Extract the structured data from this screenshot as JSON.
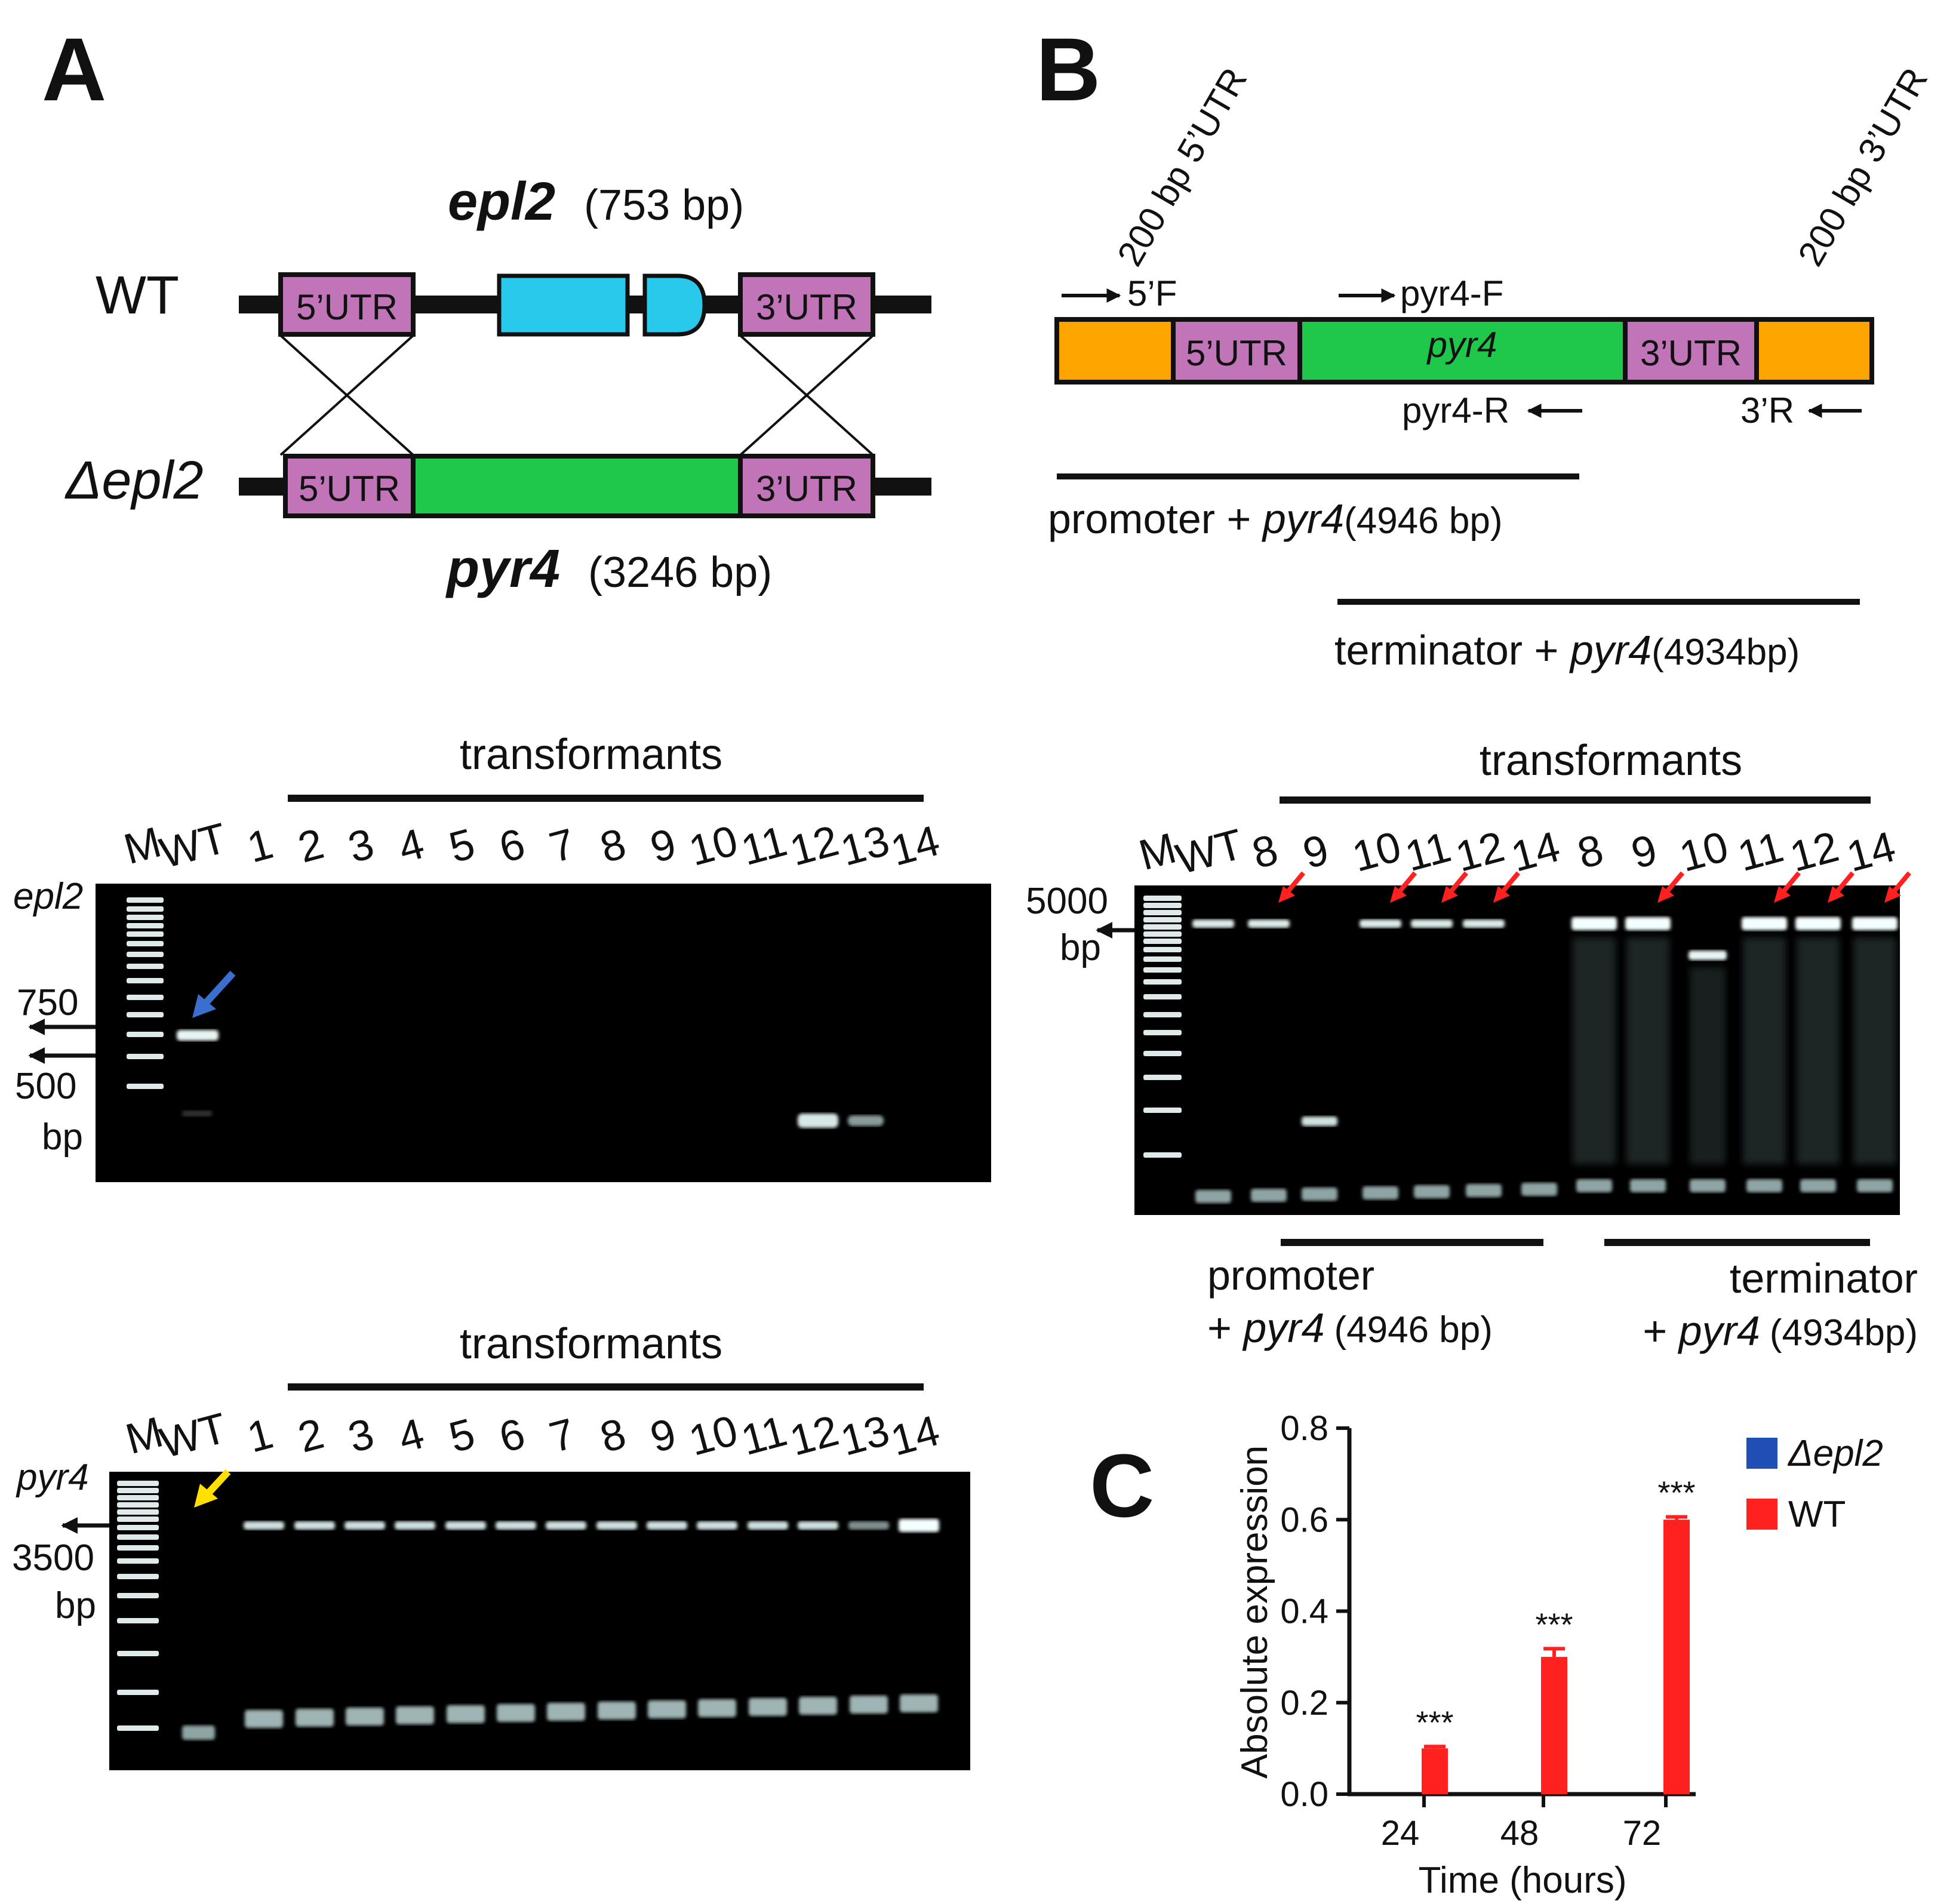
{
  "panels": {
    "a": "A",
    "b": "B",
    "c": "C"
  },
  "panel_a": {
    "gene_name": "epl2",
    "gene_size": "(753 bp)",
    "wt_label": "WT",
    "mutant_label": "Δepl2",
    "utr5": "5’UTR",
    "utr3": "3’UTR",
    "marker_name": "pyr4",
    "marker_size": "(3246 bp)",
    "gel1": {
      "title": "transformants",
      "target": "epl2",
      "lanes": [
        "M",
        "WT",
        "1",
        "2",
        "3",
        "4",
        "5",
        "6",
        "7",
        "8",
        "9",
        "10",
        "11",
        "12",
        "13",
        "14"
      ],
      "markers": [
        "750",
        "500",
        "bp"
      ]
    },
    "gel2": {
      "title": "transformants",
      "target": "pyr4",
      "lanes": [
        "M",
        "WT",
        "1",
        "2",
        "3",
        "4",
        "5",
        "6",
        "7",
        "8",
        "9",
        "10",
        "11",
        "12",
        "13",
        "14"
      ],
      "markers": [
        "3500",
        "bp"
      ]
    }
  },
  "panel_b": {
    "utr5_flank": "200 bp 5’UTR",
    "utr3_flank": "200 bp 3’UTR",
    "primers": {
      "f5": "5’F",
      "pyr4f": "pyr4-F",
      "pyr4r": "pyr4-R",
      "r3": "3’R"
    },
    "construct": {
      "utr5": "5’UTR",
      "gene": "pyr4",
      "utr3": "3’UTR"
    },
    "promoter_product": {
      "prefix": "promoter + ",
      "gene": "pyr4",
      "size": "(4946 bp)"
    },
    "terminator_product": {
      "prefix": "terminator + ",
      "gene": "pyr4",
      "size": "(4934bp)"
    },
    "gel": {
      "title": "transformants",
      "lanes": [
        "M",
        "WT",
        "8",
        "9",
        "10",
        "11",
        "12",
        "14",
        "8",
        "9",
        "10",
        "11",
        "12",
        "14"
      ],
      "markers": [
        "5000",
        "bp"
      ]
    },
    "below_left": {
      "line1": "promoter",
      "line2_prefix": "+ ",
      "gene": "pyr4",
      "size": "(4946 bp)"
    },
    "below_right": {
      "line1": "terminator",
      "line2_prefix": "+ ",
      "gene": "pyr4",
      "size": "(4934bp)"
    }
  },
  "colors": {
    "utr": "#c274b8",
    "exon": "#29c9ec",
    "marker_gene": "#1fc74a",
    "flank": "#ffa500",
    "wt_bar": "#ff2020",
    "mutant_bar": "#1f4fb5",
    "blue_arrow": "#3a6fd0",
    "yellow_arrow": "#ffe000",
    "red_arrow": "#ff2020"
  },
  "chart_data": {
    "type": "bar",
    "categories": [
      "24",
      "48",
      "72"
    ],
    "xlabel": "Time (hours)",
    "ylabel": "Absolute expression",
    "ylim": [
      0,
      0.8
    ],
    "yticks": [
      "0.0",
      "0.2",
      "0.4",
      "0.6",
      "0.8"
    ],
    "series": [
      {
        "name": "Δepl2",
        "values": [
          0,
          0,
          0
        ],
        "color": "#1f4fb5"
      },
      {
        "name": "WT",
        "values": [
          0.1,
          0.3,
          0.6
        ],
        "errors": [
          0.004,
          0.018,
          0.006
        ],
        "color": "#ff2020"
      }
    ],
    "annotations": [
      "***",
      "***",
      "***"
    ],
    "legend_position": "top-right"
  }
}
